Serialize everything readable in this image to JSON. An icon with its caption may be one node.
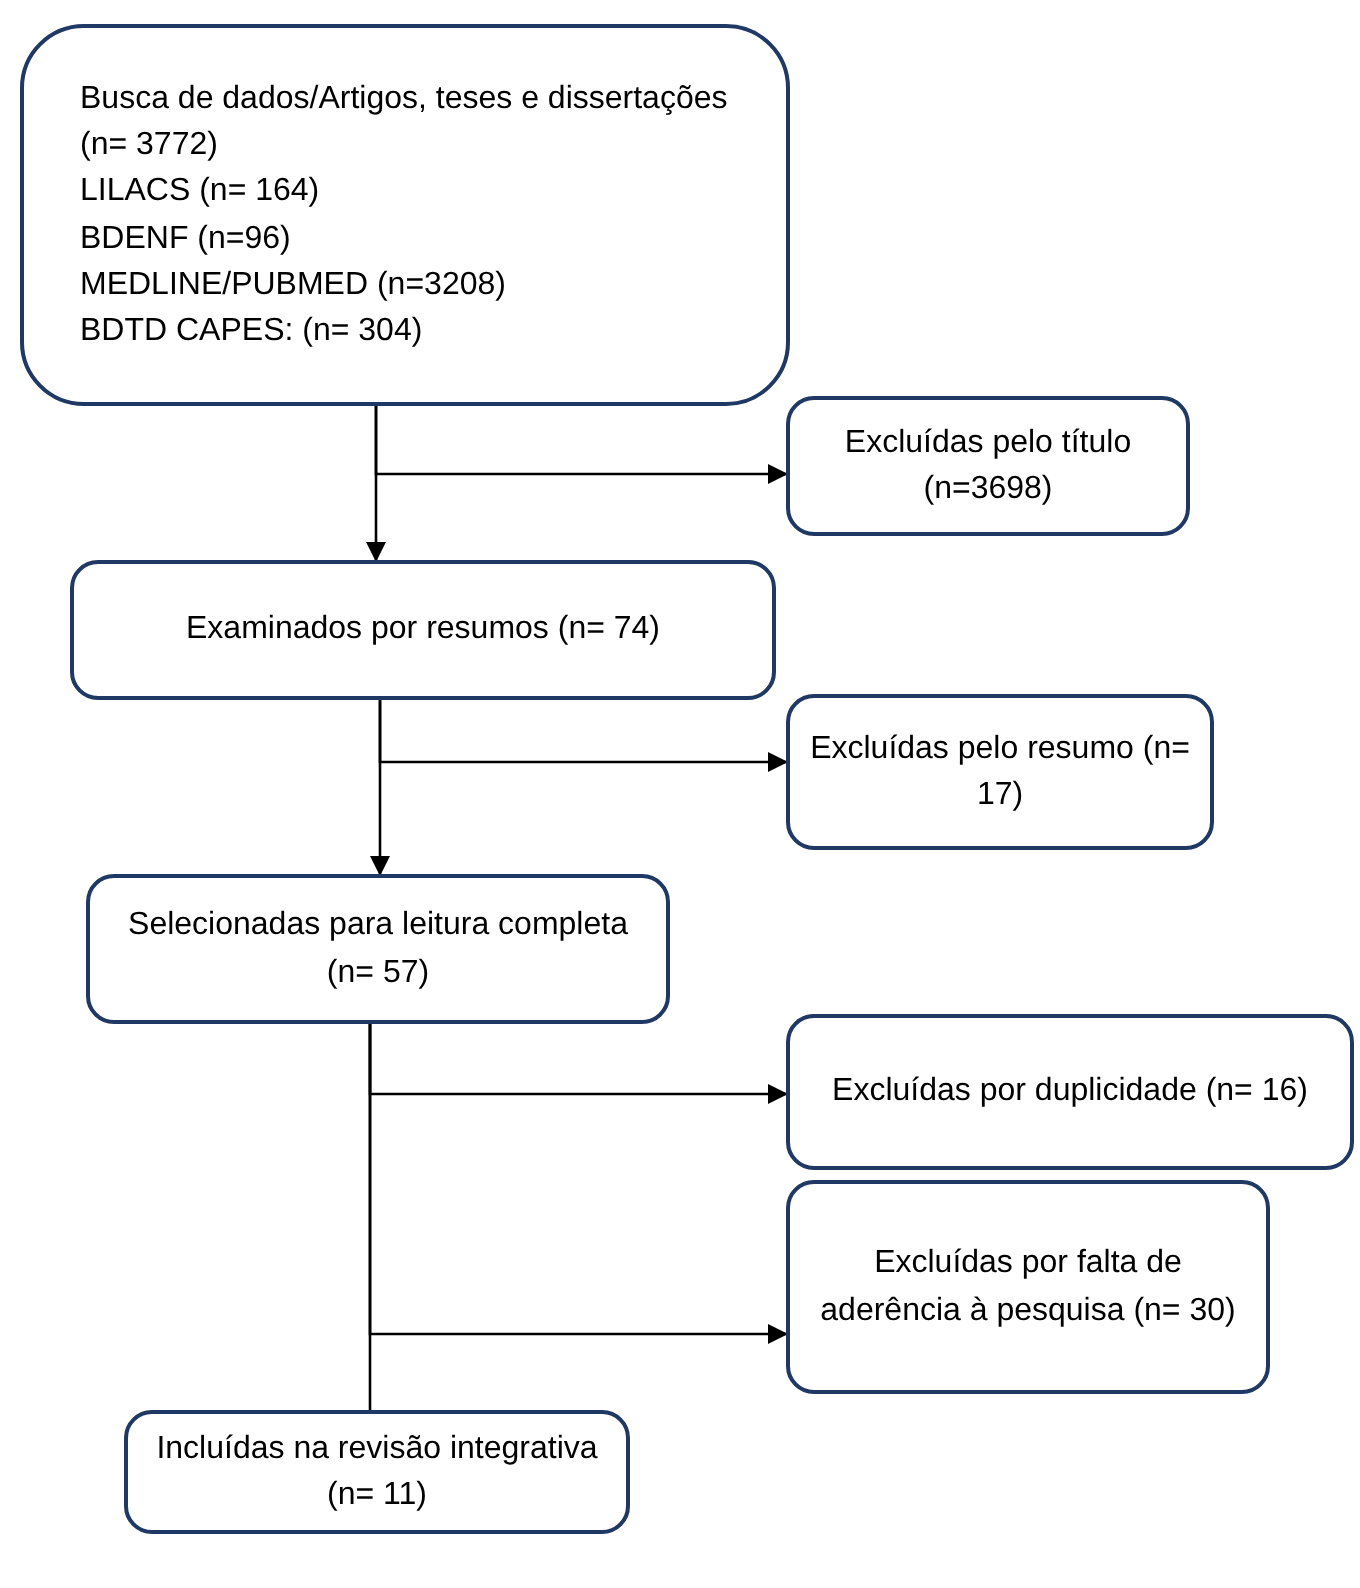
{
  "diagram": {
    "nodes": [
      {
        "text": [
          "Busca de dados/Artigos, teses e dissertações (n= 3772)",
          "LILACS (n= 164)",
          "BDENF (n=96)",
          "MEDLINE/PUBMED (n=3208)",
          "BDTD CAPES: (n= 304)"
        ]
      },
      {
        "text": [
          "Excluídas pelo título (n=3698)"
        ]
      },
      {
        "text": [
          "Examinados por resumos (n= 74)"
        ]
      },
      {
        "text": [
          "Excluídas pelo resumo (n= 17)"
        ]
      },
      {
        "text": [
          "Selecionadas para leitura completa (n= 57)"
        ]
      },
      {
        "text": [
          "Excluídas por duplicidade (n= 16)"
        ]
      },
      {
        "text": [
          "Excluídas por falta de aderência à pesquisa (n= 30)"
        ]
      },
      {
        "text": [
          "Incluídas na revisão integrativa (n= 11)"
        ]
      }
    ],
    "edges": [
      {
        "from": 0,
        "to": 1,
        "arrow": "to"
      },
      {
        "from": 0,
        "to": 2,
        "arrow": "to"
      },
      {
        "from": 2,
        "to": 3,
        "arrow": "to"
      },
      {
        "from": 2,
        "to": 4,
        "arrow": "to"
      },
      {
        "from": 4,
        "to": 5,
        "arrow": "to"
      },
      {
        "from": 4,
        "to": 6,
        "arrow": "to"
      },
      {
        "from": 4,
        "to": 7,
        "arrow": "none"
      }
    ]
  }
}
